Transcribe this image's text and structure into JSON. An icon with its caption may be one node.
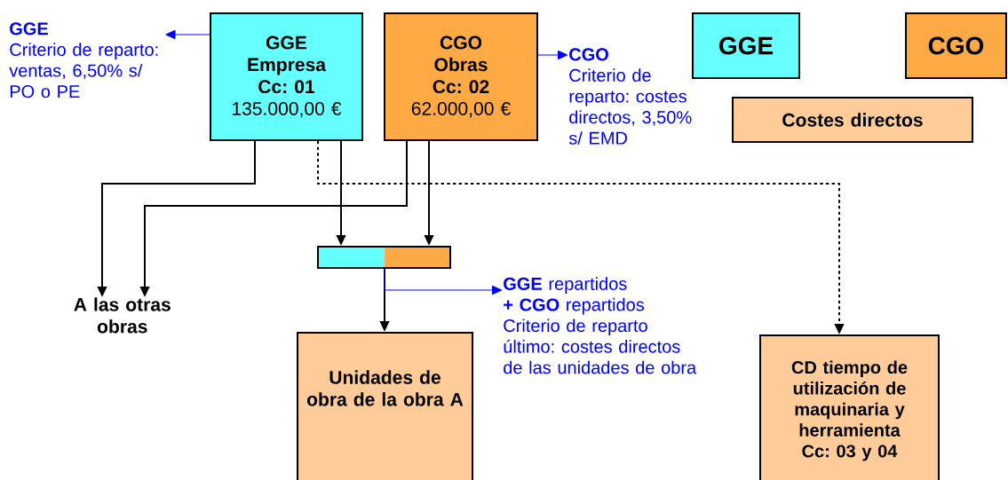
{
  "diagram": {
    "nodes": [
      {
        "text": [
          "GGE Empresa Cc: 01",
          "135.000,00 €"
        ]
      },
      {
        "text": [
          "CGO Obras Cc: 02",
          "62.000,00 €"
        ]
      },
      {
        "text": [
          "GGE",
          "Criterio de reparto: ventas, 6,50% s/ PO o PE"
        ]
      },
      {
        "text": [
          "CGO",
          "Criterio de reparto: costes directos, 3,50% s/ EMD"
        ]
      },
      {
        "text": [
          "GGE"
        ]
      },
      {
        "text": [
          "CGO"
        ]
      },
      {
        "text": [
          "Costes directos"
        ]
      },
      {
        "text": [],
        "shape": "bar"
      },
      {
        "text": [
          "A las otras obras"
        ]
      },
      {
        "text": [
          "Unidades de obra de la obra A"
        ]
      },
      {
        "text": [
          "**GGE** repartidos",
          "**+ CGO** repartidos",
          "Criterio de reparto último: costes directos de las unidades de obra"
        ]
      },
      {
        "text": [
          "CD tiempo de utilización de maquinaria y herramienta Cc: 03 y 04"
        ]
      }
    ],
    "edges": [
      {
        "from": 0,
        "to": 2,
        "arrow": "to",
        "color": "#0000ff"
      },
      {
        "from": 1,
        "to": 3,
        "arrow": "to",
        "color": "#0000ff"
      },
      {
        "from": 0,
        "to": 8,
        "arrow": "to"
      },
      {
        "from": 1,
        "to": 8,
        "arrow": "to"
      },
      {
        "from": 0,
        "to": 7,
        "arrow": "to"
      },
      {
        "from": 1,
        "to": 7,
        "arrow": "to"
      },
      {
        "from": 0,
        "to": 11,
        "arrow": "to",
        "style": "dashed"
      },
      {
        "from": 7,
        "to": 9,
        "arrow": "to"
      },
      {
        "from": 7,
        "to": 10,
        "arrow": "to",
        "color": "#0000ff"
      }
    ]
  }
}
